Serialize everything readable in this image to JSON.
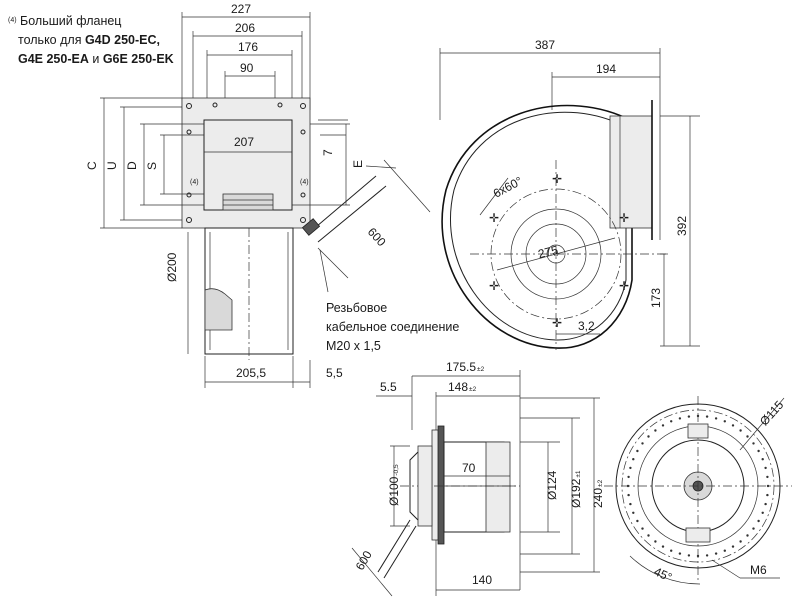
{
  "note": {
    "ref": "(4)",
    "line1": "Больший фланец",
    "line2_prefix": "только для ",
    "line2_model": "G4D 250-EC,",
    "line3_model_a": "G4E 250-EA",
    "line3_and": " и ",
    "line3_model_b": "G6E 250-EK"
  },
  "cable_note": {
    "line1": "Резьбовое",
    "line2": "кабельное соединение",
    "line3": "M20 x 1,5"
  },
  "front_view": {
    "dim_227": "227",
    "dim_206": "206",
    "dim_176": "176",
    "dim_90": "90",
    "dim_207": "207",
    "dim_7": "7",
    "label_C": "C",
    "label_U": "U",
    "label_D": "D",
    "label_S": "S",
    "label_E": "E",
    "ref_left": "(4)",
    "ref_right": "(4)",
    "dim_dia200": "Ø200",
    "dim_205_5": "205,5",
    "dim_5_5": "5,5",
    "dim_600": "600"
  },
  "side_view": {
    "dim_387": "387",
    "dim_194": "194",
    "dim_6x60": "6x60°",
    "dim_275": "275",
    "dim_392": "392",
    "dim_173": "173",
    "dim_3_2": "3,2"
  },
  "motor_side": {
    "dim_175_5": "175.5",
    "tol_175_5": "±2",
    "dim_148": "148",
    "tol_148": "±2",
    "dim_5_5": "5.5",
    "dim_100": "Ø100",
    "tol_100": "-0,5",
    "dim_70": "70",
    "dim_124": "Ø124",
    "dim_192": "Ø192",
    "tol_192": "±1",
    "dim_240": "240",
    "tol_240": "±2",
    "dim_140": "140",
    "dim_600": "600"
  },
  "motor_front": {
    "dim_115": "Ø115",
    "dim_45": "45°",
    "dim_m6": "M6"
  }
}
